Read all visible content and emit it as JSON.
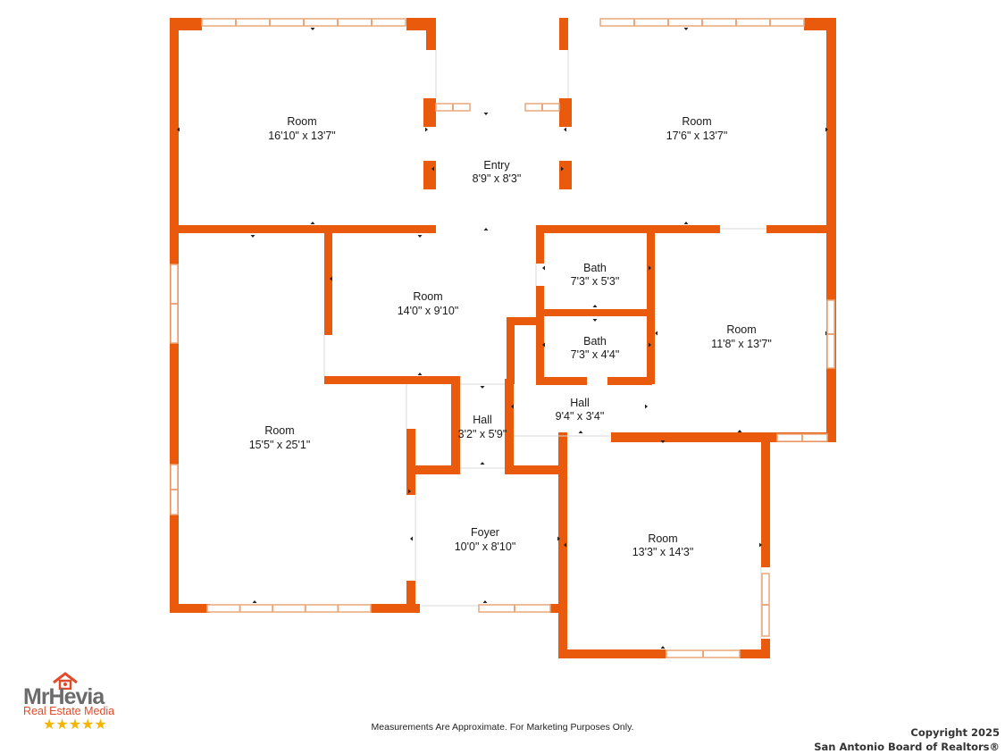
{
  "plan": {
    "wall_color": "#ea5a0c",
    "window_color": "#e9a87c",
    "rooms": [
      {
        "name": "Room",
        "dims": "16'10\" x 13'7\""
      },
      {
        "name": "Entry",
        "dims": "8'9\" x 8'3\""
      },
      {
        "name": "Room",
        "dims": "17'6\" x 13'7\""
      },
      {
        "name": "Room",
        "dims": "14'0\" x 9'10\""
      },
      {
        "name": "Bath",
        "dims": "7'3\" x 5'3\""
      },
      {
        "name": "Bath",
        "dims": "7'3\" x 4'4\""
      },
      {
        "name": "Room",
        "dims": "11'8\" x 13'7\""
      },
      {
        "name": "Hall",
        "dims": "9'4\" x 3'4\""
      },
      {
        "name": "Hall",
        "dims": "3'2\" x 5'9\""
      },
      {
        "name": "Room",
        "dims": "15'5\" x 25'1\""
      },
      {
        "name": "Foyer",
        "dims": "10'0\" x 8'10\""
      },
      {
        "name": "Room",
        "dims": "13'3\" x 14'3\""
      }
    ]
  },
  "logo": {
    "name": "MrHevia",
    "subtitle": "Real Estate Media",
    "stars": "★★★★★",
    "icon": "house-icon"
  },
  "footer": {
    "disclaimer": "Measurements Are Approximate. For Marketing Purposes Only.",
    "copyright_line1": "Copyright 2025",
    "copyright_line2": "San Antonio Board of Realtors®"
  }
}
